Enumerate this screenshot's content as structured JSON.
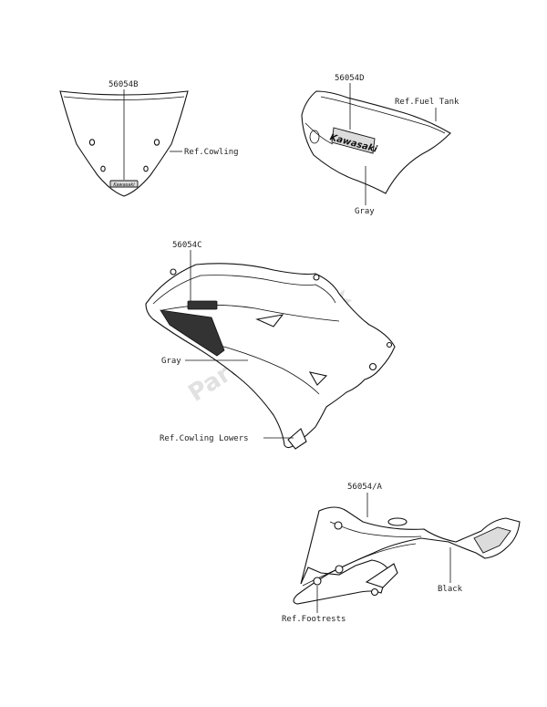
{
  "watermark": "PartsRepublik",
  "labels": {
    "windscreen_part": "56054B",
    "windscreen_ref": "Ref.Cowling",
    "tank_part": "56054D",
    "tank_ref": "Ref.Fuel Tank",
    "tank_color": "Gray",
    "cowling_part": "56054C",
    "cowling_color": "Gray",
    "cowling_ref": "Ref.Cowling Lowers",
    "frame_part": "56054/A",
    "frame_color": "Black",
    "frame_ref": "Ref.Footrests"
  },
  "decal_texts": {
    "brand_small": "Kawasaki",
    "brand_tank": "Kawasaki"
  }
}
